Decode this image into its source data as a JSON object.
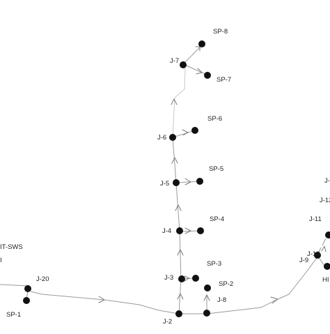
{
  "nodes": {
    "sp8": "SP-8",
    "j7": "J-7",
    "sp7": "SP-7",
    "sp6": "SP-6",
    "j6": "J-6",
    "sp5": "SP-5",
    "j5": "J-5",
    "sp4": "SP-4",
    "j4": "J-4",
    "sp3": "SP-3",
    "j3": "J-3",
    "sp2": "SP-2",
    "j8": "J-8",
    "j2": "J-2",
    "j20": "J-20",
    "sp1": "SP-1",
    "src_fragment": "IT-SWS",
    "src_fragment_2": "I",
    "j9": "J-9",
    "j10": "J-10",
    "j11": "J-11",
    "j12": "J-12",
    "j_top_fragment": "J-",
    "h_fragment": "HI"
  }
}
